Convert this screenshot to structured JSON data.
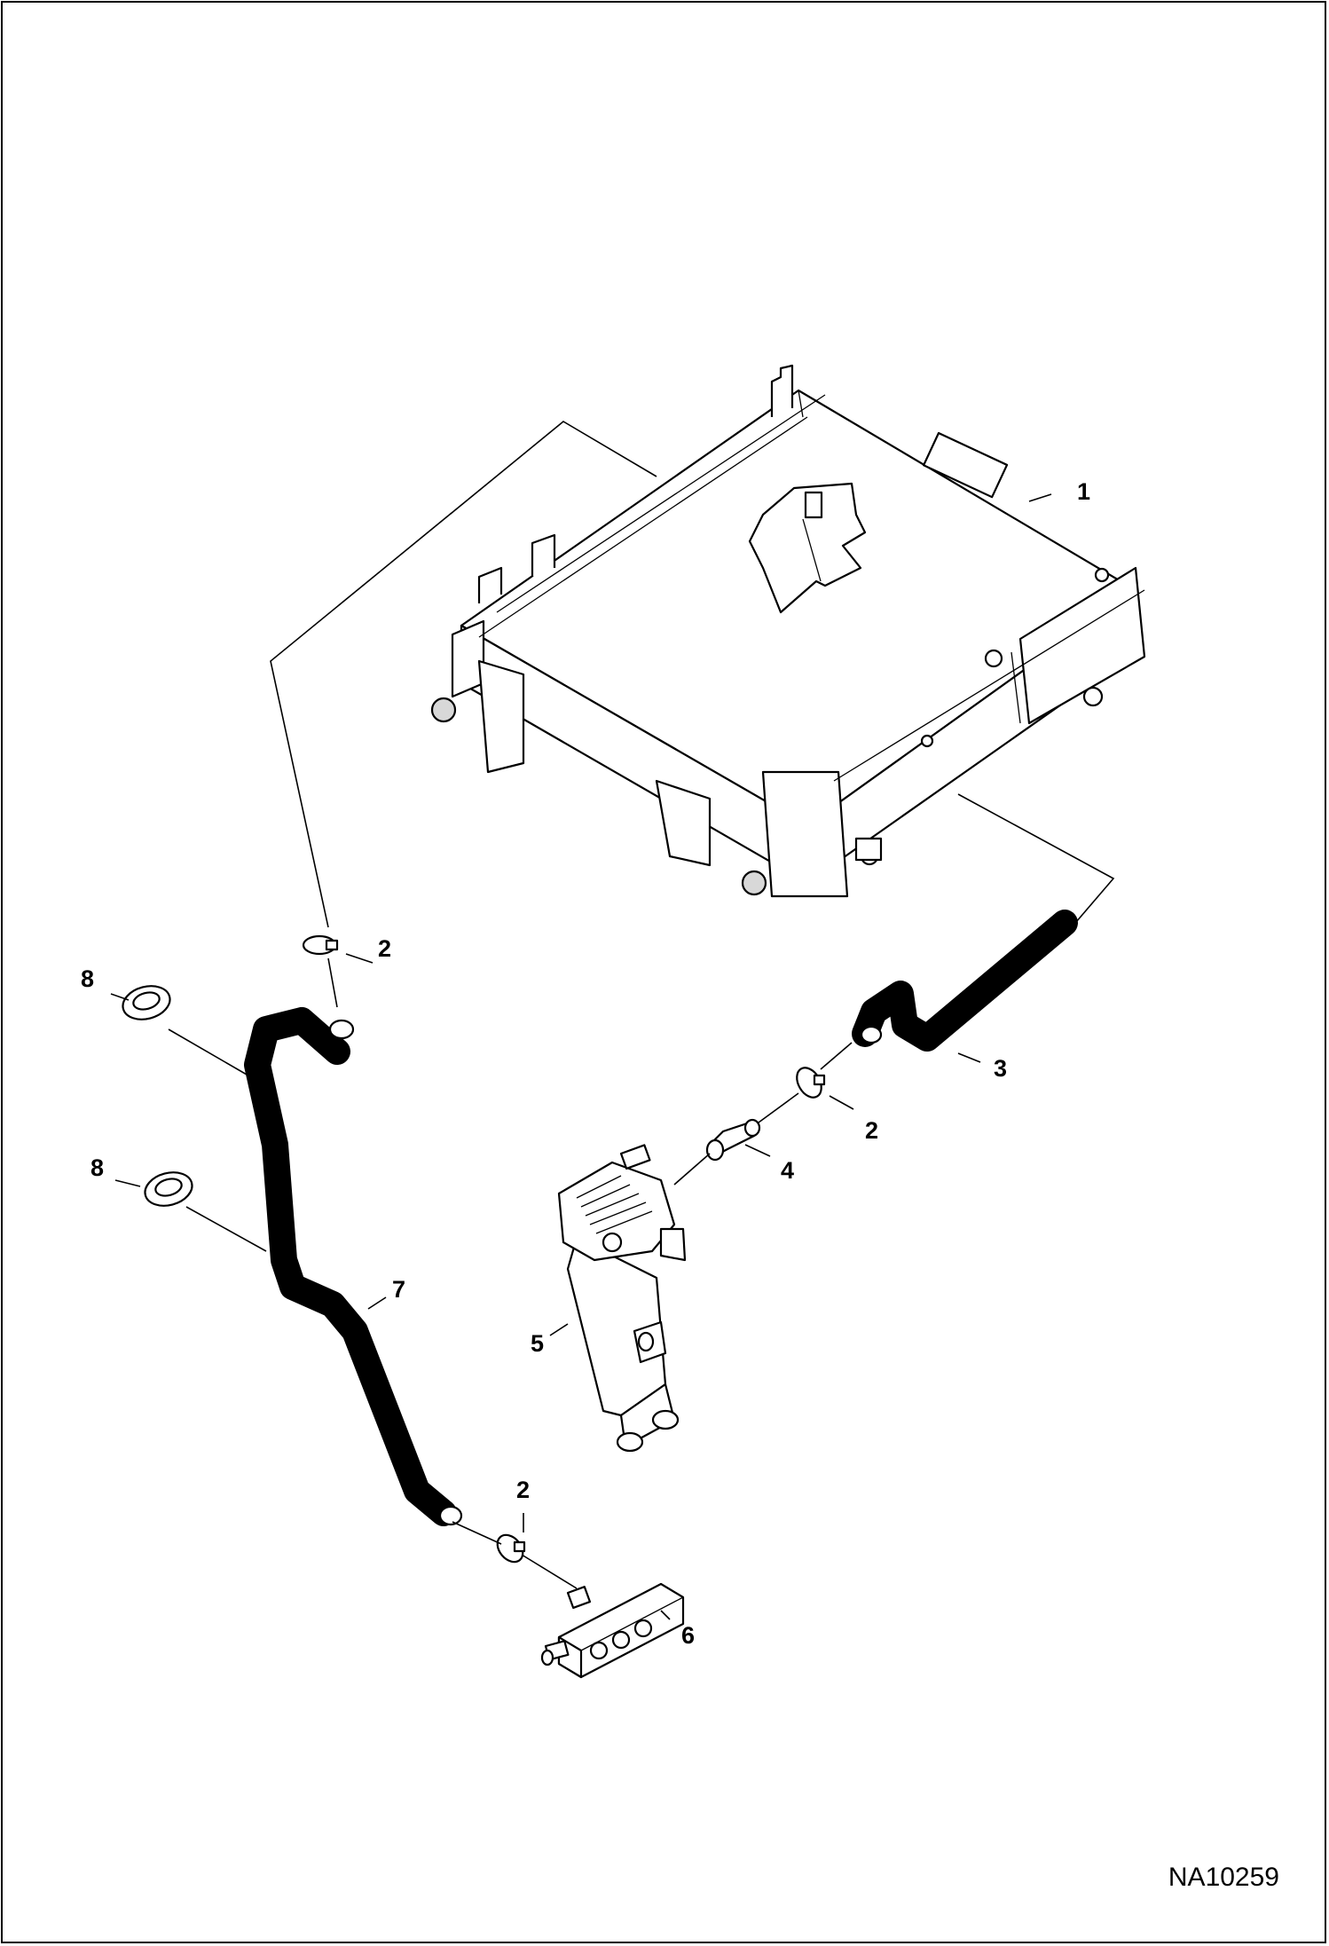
{
  "diagram": {
    "figure_id": "NA10259",
    "callouts": [
      {
        "id": "callout-1",
        "label": "1"
      },
      {
        "id": "callout-2a",
        "label": "2"
      },
      {
        "id": "callout-2b",
        "label": "2"
      },
      {
        "id": "callout-2c",
        "label": "2"
      },
      {
        "id": "callout-3",
        "label": "3"
      },
      {
        "id": "callout-4",
        "label": "4"
      },
      {
        "id": "callout-5",
        "label": "5"
      },
      {
        "id": "callout-6",
        "label": "6"
      },
      {
        "id": "callout-7",
        "label": "7"
      },
      {
        "id": "callout-8a",
        "label": "8"
      },
      {
        "id": "callout-8b",
        "label": "8"
      }
    ],
    "colors": {
      "line": "#000000",
      "fill": "#ffffff",
      "hose": "#000000"
    }
  }
}
